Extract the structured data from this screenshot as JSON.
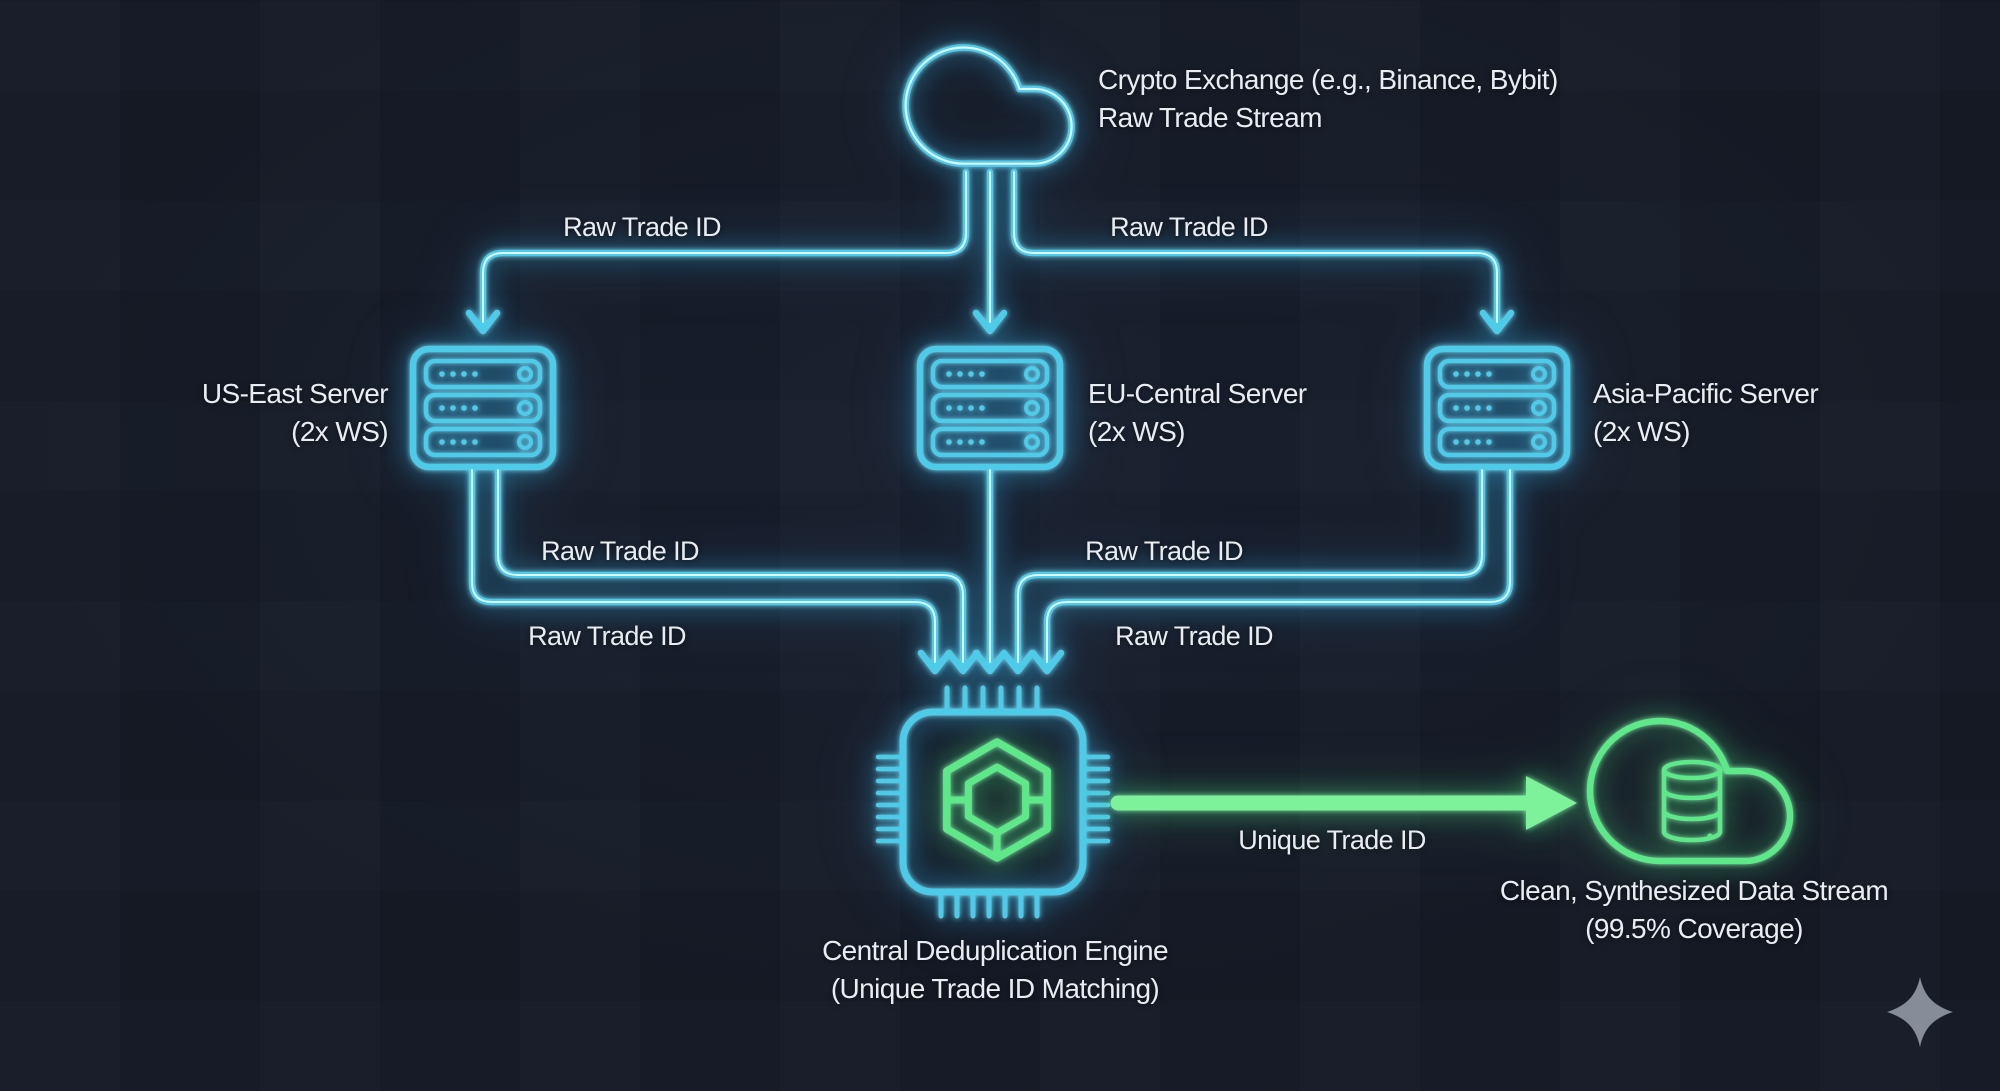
{
  "colors": {
    "background": "#151a26",
    "neon_cyan": "#4ecbe9",
    "neon_cyan_core": "#dbf7ff",
    "neon_green": "#5ee889",
    "neon_green_bright": "#7df29b",
    "text": "#e9edf3",
    "sparkle": "#9aa0ab"
  },
  "source": {
    "label_line1": "Crypto Exchange (e.g., Binance, Bybit)",
    "label_line2": "Raw Trade Stream"
  },
  "servers": {
    "us_east": {
      "name": "US-East Server",
      "capacity": "(2x WS)"
    },
    "eu_central": {
      "name": "EU-Central Server",
      "capacity": "(2x WS)"
    },
    "asia_pacific": {
      "name": "Asia-Pacific Server",
      "capacity": "(2x WS)"
    }
  },
  "edges": {
    "cloud_to_us": "Raw Trade ID",
    "cloud_to_asia": "Raw Trade ID",
    "us_to_engine_upper": "Raw Trade ID",
    "us_to_engine_lower": "Raw Trade ID",
    "asia_to_engine_upper": "Raw Trade ID",
    "asia_to_engine_lower": "Raw Trade ID",
    "engine_to_output": "Unique Trade ID"
  },
  "engine": {
    "label_line1": "Central Deduplication Engine",
    "label_line2": "(Unique Trade ID Matching)"
  },
  "output": {
    "label_line1": "Clean, Synthesized Data Stream",
    "label_line2": "(99.5% Coverage)"
  }
}
